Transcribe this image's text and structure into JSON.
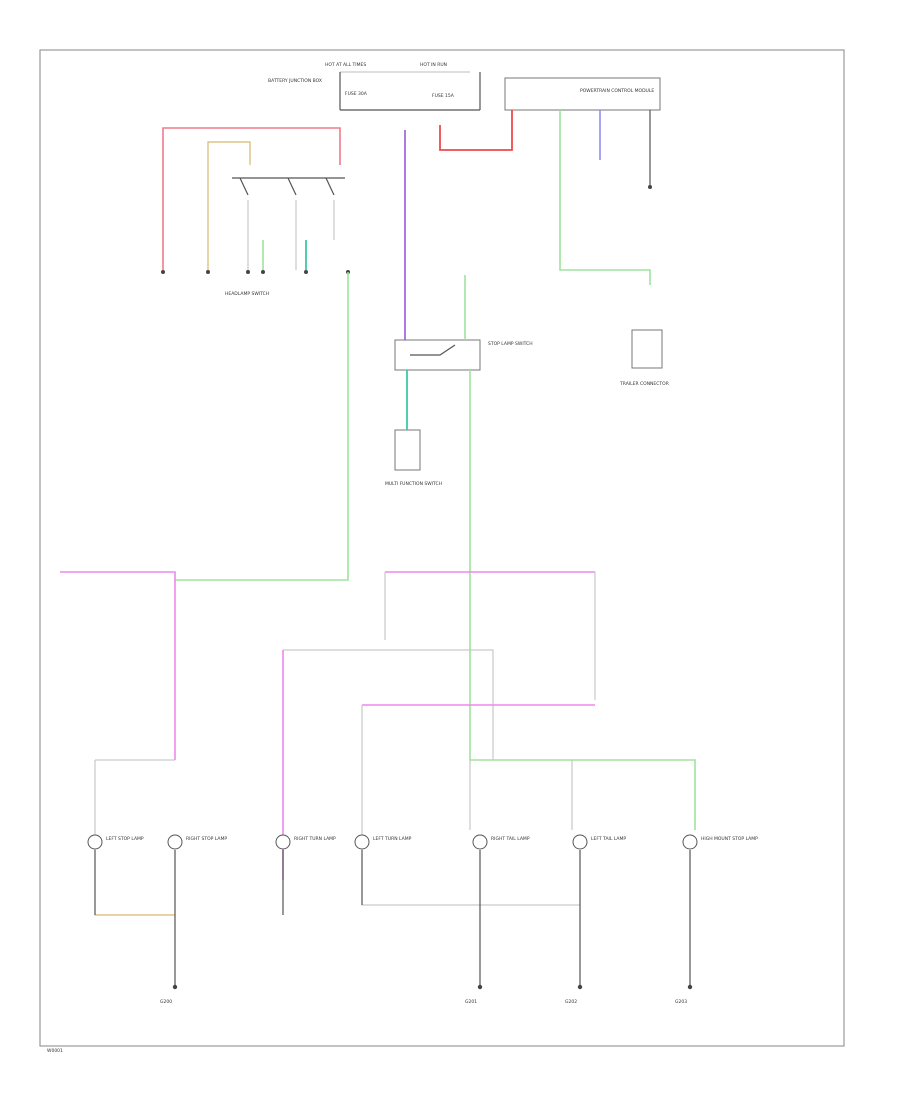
{
  "figure_code": "W0001",
  "labels": {
    "hot_at_all_times": "HOT AT ALL TIMES",
    "hot_in_run": "HOT IN RUN",
    "power_distribution_box": "BATTERY JUNCTION BOX",
    "fuse_a": "FUSE 30A",
    "fuse_b": "FUSE 15A",
    "headlamp_switch": "HEADLAMP SWITCH",
    "multi_function_switch": "MULTI FUNCTION SWITCH",
    "stop_lamp_switch": "STOP LAMP SWITCH",
    "pcm": "POWERTRAIN CONTROL MODULE",
    "trailer_connector": "TRAILER CONNECTOR",
    "left_stop_lamp": "LEFT STOP LAMP",
    "right_stop_lamp": "RIGHT STOP LAMP",
    "left_turn_lamp": "LEFT TURN LAMP",
    "right_turn_lamp": "RIGHT TURN LAMP",
    "right_tail_lamp": "RIGHT TAIL LAMP",
    "left_tail_lamp": "LEFT TAIL LAMP",
    "high_mount_stop_lamp": "HIGH MOUNT STOP LAMP",
    "ground_g1": "G200",
    "ground_g2": "G201",
    "ground_g3": "G202",
    "ground_g4": "G203"
  }
}
